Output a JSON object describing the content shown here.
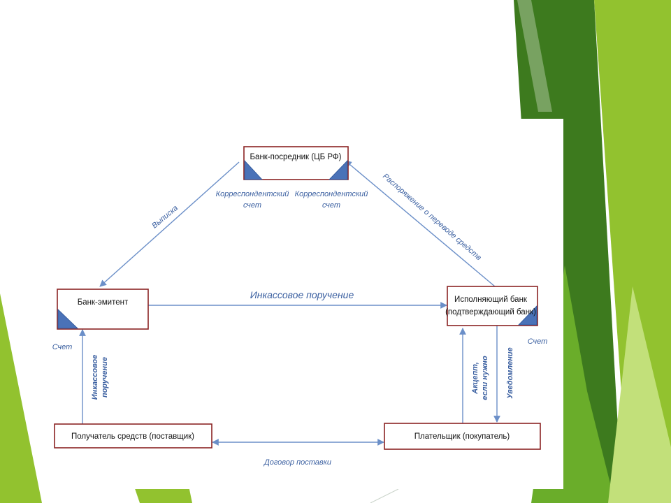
{
  "nodes": {
    "intermediary": "Банк-посредник (ЦБ РФ)",
    "issuer": "Банк-эмитент",
    "executing_line1": "Исполняющий банк",
    "executing_line2": "(подтверждающий банк)",
    "recipient": "Получатель средств (поставщик)",
    "payer": "Плательщик (покупатель)"
  },
  "labels": {
    "corr_left_1": "Корреспондентский",
    "corr_left_2": "счет",
    "corr_right_1": "Корреспондентский",
    "corr_right_2": "счет",
    "statement": "Выписка",
    "transfer_order": "Распоряжение о переводе средств",
    "collection_order_main": "Инкассовое поручение",
    "account_left": "Счет",
    "account_right": "Счет",
    "collection_order_vertical_1": "Инкассовое",
    "collection_order_vertical_2": "поручение",
    "acceptance_1": "Акцепт,",
    "acceptance_2": "если нужно",
    "notification": "Уведомление",
    "supply_contract": "Договор поставки"
  },
  "colors": {
    "green_dark": "#3d7a1e",
    "green_mid": "#6aad2a",
    "green_light": "#92c22f",
    "green_pale": "#c2e07a",
    "arrow": "#6b8fc8",
    "box_border": "#8b2323",
    "corner_fill": "#4a72b8",
    "label_text": "#3a5fa0"
  }
}
